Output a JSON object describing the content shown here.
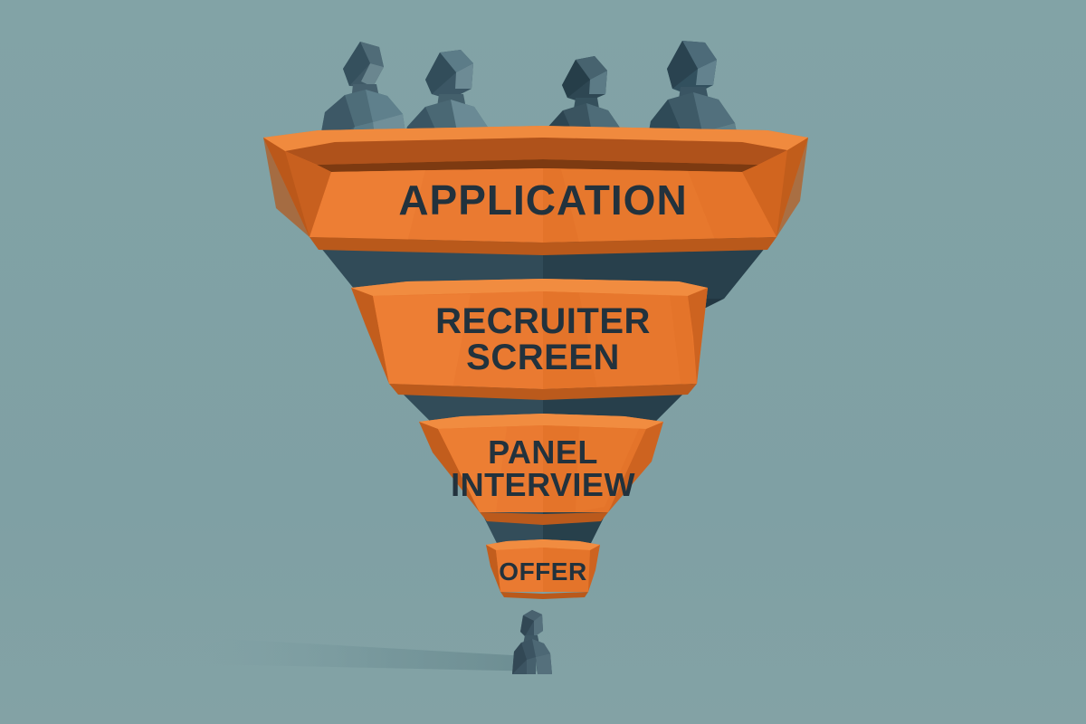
{
  "diagram": {
    "type": "funnel",
    "title_text_visible": false,
    "background_color": "#7fa0a4",
    "accent_color": "#e8762c",
    "dark_color": "#2c4450",
    "label_color": "#22323d",
    "stages": [
      {
        "id": "application",
        "label": "APPLICATION",
        "order": 1,
        "band_color": "#e8762c",
        "figure_count": 4
      },
      {
        "id": "recruiter-screen",
        "label_line_1": "RECRUITER",
        "label_line_2": "SCREEN",
        "order": 2,
        "band_color": "#e8762c"
      },
      {
        "id": "panel-interview",
        "label_line_1": "PANEL",
        "label_line_2": "INTERVIEW",
        "order": 3,
        "band_color": "#e8762c"
      },
      {
        "id": "offer",
        "label": "OFFER",
        "order": 4,
        "band_color": "#e8762c",
        "figure_count": 1
      }
    ],
    "figures": {
      "top_label": "candidate-figures-top",
      "top_count": 4,
      "bottom_label": "hired-candidate-figure",
      "bottom_count": 1,
      "figure_color": "#3b5361",
      "shadow_color": "#6c8e93"
    }
  }
}
